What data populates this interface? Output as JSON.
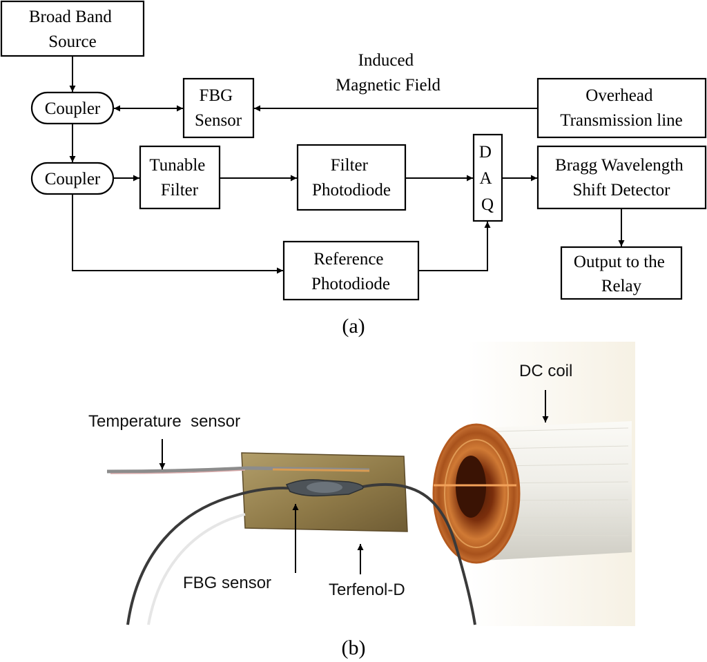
{
  "diagram": {
    "blocks": {
      "broadband_source": [
        "Broad Band",
        "Source"
      ],
      "coupler_1": "Coupler",
      "coupler_2": "Coupler",
      "fbg_sensor": [
        "FBG",
        "Sensor"
      ],
      "overhead_line": [
        "Overhead",
        "Transmission line"
      ],
      "tunable_filter": [
        "Tunable",
        "Filter"
      ],
      "filter_photodiode": [
        "Filter",
        "Photodiode"
      ],
      "daq": [
        "D",
        "A",
        "Q"
      ],
      "bragg_detector": [
        "Bragg Wavelength",
        "Shift Detector"
      ],
      "reference_photodiode": [
        "Reference",
        "Photodiode"
      ],
      "output_relay": [
        "Output to the",
        "Relay"
      ]
    },
    "edge_label": [
      "Induced",
      "Magnetic Field"
    ],
    "caption": "(a)"
  },
  "photo": {
    "labels": {
      "temperature_sensor": "Temperature  sensor",
      "fbg_sensor": "FBG sensor",
      "terfenol": "Terfenol-D",
      "dc_coil": "DC coil"
    },
    "caption": "(b)",
    "colors": {
      "copper": "#c8651e",
      "terfenol": "#9a8452",
      "coil_white": "#f2f1ec",
      "fiber": "#3a3a3a"
    }
  }
}
